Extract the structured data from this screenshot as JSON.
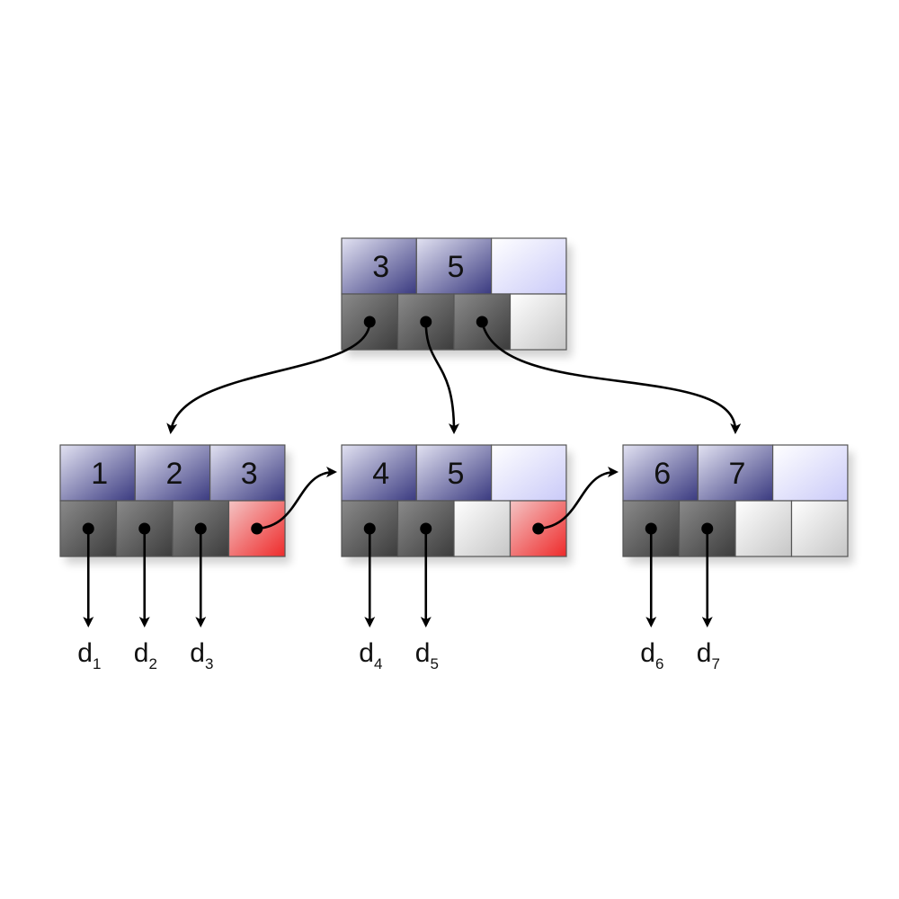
{
  "diagram": {
    "nodes": [
      {
        "id": "root",
        "keys": [
          "3",
          "5",
          ""
        ],
        "pointers": [
          "filled",
          "filled",
          "filled",
          "empty"
        ]
      },
      {
        "id": "leaf-1",
        "keys": [
          "1",
          "2",
          "3"
        ],
        "pointers": [
          "filled",
          "filled",
          "filled",
          "next"
        ]
      },
      {
        "id": "leaf-2",
        "keys": [
          "4",
          "5",
          ""
        ],
        "pointers": [
          "filled",
          "filled",
          "empty",
          "next"
        ]
      },
      {
        "id": "leaf-3",
        "keys": [
          "6",
          "7",
          ""
        ],
        "pointers": [
          "filled",
          "filled",
          "empty",
          "empty"
        ]
      }
    ],
    "data_labels": [
      {
        "base": "d",
        "sub": "1"
      },
      {
        "base": "d",
        "sub": "2"
      },
      {
        "base": "d",
        "sub": "3"
      },
      {
        "base": "d",
        "sub": "4"
      },
      {
        "base": "d",
        "sub": "5"
      },
      {
        "base": "d",
        "sub": "6"
      },
      {
        "base": "d",
        "sub": "7"
      }
    ],
    "colors": {
      "key_dark": "#3a3a80",
      "key_light": "#e2e2f2",
      "empty_key_light": "#ffffff",
      "empty_key_dark": "#cacaf8",
      "pointer_dark": "#3c3c3c",
      "pointer_light": "#8a8a8a",
      "empty_pointer_light": "#ffffff",
      "empty_pointer_dark": "#c6c6c6",
      "next_pointer_light": "#f4c4c4",
      "next_pointer_dark": "#ee2a2a"
    }
  }
}
